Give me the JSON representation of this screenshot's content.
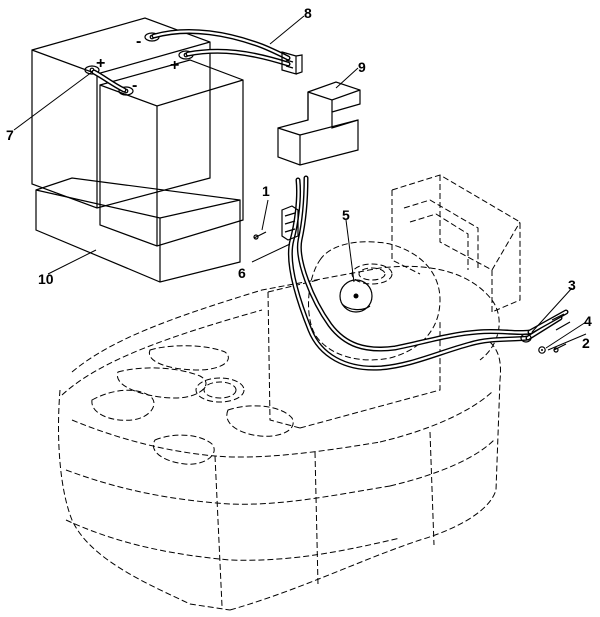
{
  "callouts": {
    "c1": "1",
    "c2": "2",
    "c3": "3",
    "c4": "4",
    "c5": "5",
    "c6": "6",
    "c7": "7",
    "c8": "8",
    "c9": "9",
    "c10": "10"
  },
  "terminals": {
    "rear_minus": "-",
    "rear_plus": "+",
    "front_plus": "+",
    "front_minus": "-"
  }
}
